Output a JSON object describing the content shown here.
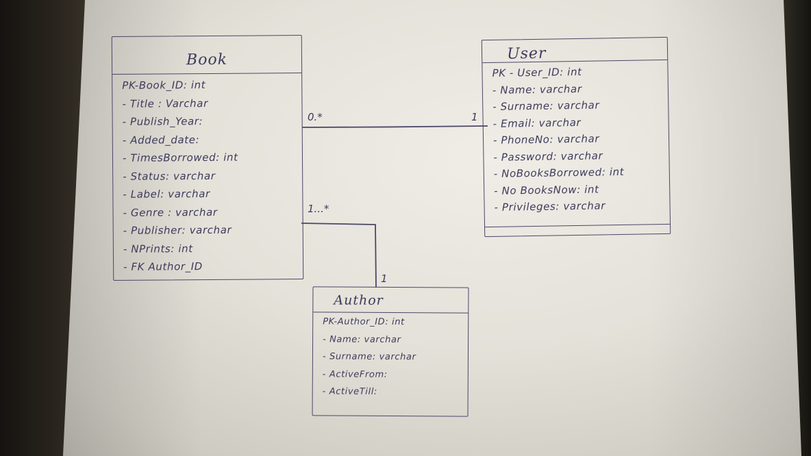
{
  "entities": {
    "book": {
      "name": "Book",
      "attributes": [
        "PK-Book_ID: int",
        "- Title : Varchar",
        "- Publish_Year:",
        "- Added_date:",
        "- TimesBorrowed: int",
        "- Status: varchar",
        "- Label: varchar",
        "- Genre : varchar",
        "- Publisher: varchar",
        "- NPrints: int",
        "- FK Author_ID"
      ]
    },
    "user": {
      "name": "User",
      "attributes": [
        "PK - User_ID: int",
        "- Name: varchar",
        "- Surname: varchar",
        "- Email: varchar",
        "- PhoneNo: varchar",
        "- Password: varchar",
        "- NoBooksBorrowed: int",
        "- No BooksNow: int",
        "- Privileges: varchar"
      ]
    },
    "author": {
      "name": "Author",
      "attributes": [
        "PK-Author_ID: int",
        "- Name: varchar",
        "- Surname: varchar",
        "- ActiveFrom:",
        "- ActiveTill:"
      ]
    }
  },
  "relations": {
    "book_user": {
      "book_end": "0.*",
      "user_end": "1"
    },
    "book_author": {
      "book_end": "1...*",
      "author_end": "1"
    }
  },
  "colors": {
    "ink": "#3d3a5c",
    "paper": "#e6e3db",
    "background": "#1c1a16"
  }
}
